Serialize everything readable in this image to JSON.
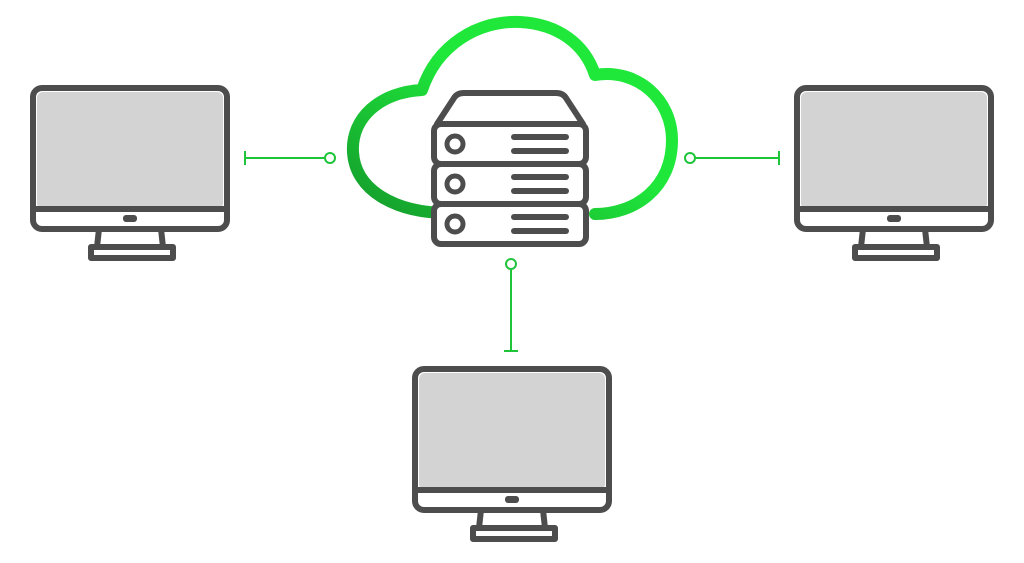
{
  "diagram": {
    "type": "network-topology",
    "center": {
      "kind": "cloud-server",
      "icon": "cloud-icon",
      "inner_icon": "server-stack-icon",
      "server_units": 3
    },
    "nodes": [
      {
        "id": "left",
        "kind": "desktop-monitor",
        "icon": "monitor-icon"
      },
      {
        "id": "right",
        "kind": "desktop-monitor",
        "icon": "monitor-icon"
      },
      {
        "id": "bottom",
        "kind": "desktop-monitor",
        "icon": "monitor-icon"
      }
    ],
    "connections": [
      {
        "from": "cloud",
        "to": "left"
      },
      {
        "from": "cloud",
        "to": "right"
      },
      {
        "from": "cloud",
        "to": "bottom"
      }
    ],
    "colors": {
      "outline": "#4d4d4d",
      "screen_fill": "#d3d3d3",
      "body_fill": "#ffffff",
      "accent_light": "#1fe83b",
      "accent_dark": "#149a2c",
      "connector": "#1ec43a"
    }
  }
}
